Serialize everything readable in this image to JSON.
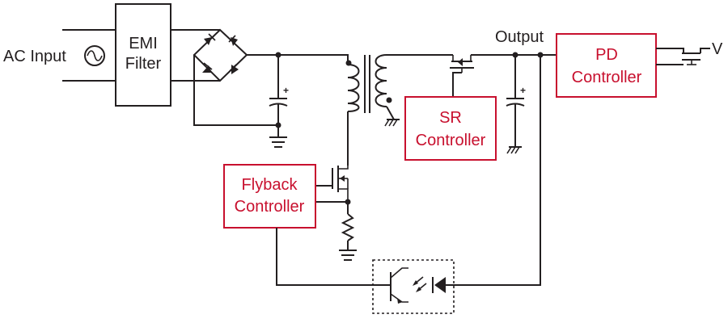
{
  "labels": {
    "ac_input": "AC Input",
    "emi_filter_line1": "EMI",
    "emi_filter_line2": "Filter",
    "output": "Output",
    "vout": "V",
    "pd_controller_line1": "PD",
    "pd_controller_line2": "Controller",
    "sr_controller_line1": "SR",
    "sr_controller_line2": "Controller",
    "flyback_controller_line1": "Flyback",
    "flyback_controller_line2": "Controller",
    "cap_polarity": "+"
  },
  "colors": {
    "wire": "#231f20",
    "controller_accent": "#c8102e"
  }
}
